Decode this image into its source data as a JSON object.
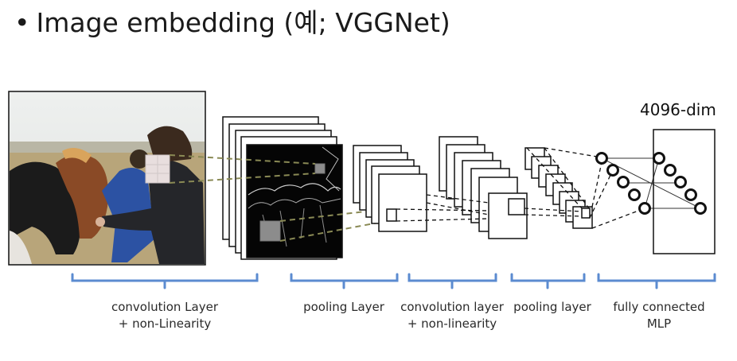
{
  "title": {
    "bullet": "•",
    "text": "Image embedding (예; VGGNet)"
  },
  "output_dim_label": "4096-dim",
  "layers": [
    {
      "line1": "convolution Layer",
      "line2": "+ non-Linearity"
    },
    {
      "line1": "pooling Layer",
      "line2": ""
    },
    {
      "line1": "convolution layer",
      "line2": "+ non-linearity"
    },
    {
      "line1": "pooling layer",
      "line2": ""
    },
    {
      "line1": "fully connected",
      "line2": "MLP"
    }
  ],
  "colors": {
    "bracket": "#5b8bd0",
    "guide_line": "#8a8a55",
    "frame": "#111111"
  },
  "icons": [
    "horse-photo-icon",
    "feature-map-icon"
  ]
}
